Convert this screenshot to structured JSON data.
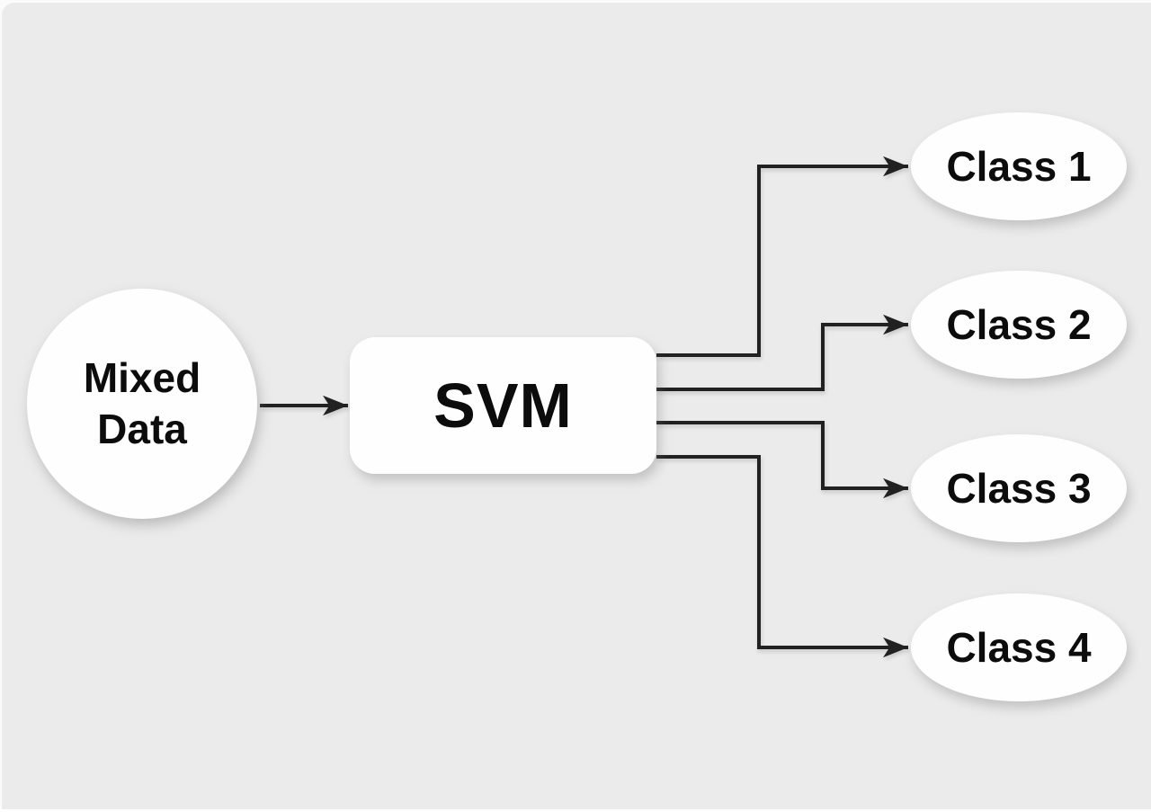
{
  "diagram": {
    "colors": {
      "background": "#ebebeb",
      "page_edge": "#ffffff",
      "node_fill": "#fefefe",
      "edge_line": "#212121",
      "text": "#0c0c0c"
    },
    "input_node": {
      "shape": "circle",
      "label": "Mixed Data",
      "lines": [
        "Mixed",
        "Data"
      ]
    },
    "process_node": {
      "shape": "rounded-rectangle",
      "label": "SVM"
    },
    "output_nodes": [
      {
        "shape": "ellipse",
        "label": "Class 1"
      },
      {
        "shape": "ellipse",
        "label": "Class 2"
      },
      {
        "shape": "ellipse",
        "label": "Class 3"
      },
      {
        "shape": "ellipse",
        "label": "Class 4"
      }
    ],
    "edges": [
      {
        "from": "Mixed Data",
        "to": "SVM"
      },
      {
        "from": "SVM",
        "to": "Class 1"
      },
      {
        "from": "SVM",
        "to": "Class 2"
      },
      {
        "from": "SVM",
        "to": "Class 3"
      },
      {
        "from": "SVM",
        "to": "Class 4"
      }
    ]
  }
}
